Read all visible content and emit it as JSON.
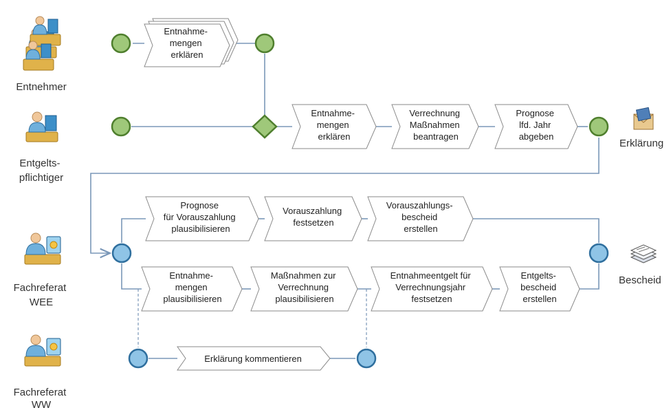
{
  "roles": [
    {
      "id": "entnehmer",
      "lines": [
        "Entnehmer"
      ],
      "icon": "group-workers-icon"
    },
    {
      "id": "entgeltspflichtiger",
      "lines": [
        "Entgelts-",
        "pflichtiger"
      ],
      "icon": "worker-icon"
    },
    {
      "id": "fachreferat-wee",
      "lines": [
        "Fachreferat",
        "WEE"
      ],
      "icon": "analyst-icon"
    },
    {
      "id": "fachreferat-ww",
      "lines": [
        "Fachreferat",
        "WW"
      ],
      "icon": "analyst-icon"
    }
  ],
  "activities": {
    "a1": [
      "Entnahme-",
      "mengen",
      "erklären"
    ],
    "a2": [
      "Entnahme-",
      "mengen",
      "erklären"
    ],
    "a3": [
      "Verrechnung",
      "Maßnahmen",
      "beantragen"
    ],
    "a4": [
      "Prognose",
      "lfd. Jahr",
      "abgeben"
    ],
    "a5": [
      "Prognose",
      "für Vorauszahlung",
      "plausibilisieren"
    ],
    "a6": [
      "Vorauszahlung",
      "festsetzen"
    ],
    "a7": [
      "Vorauszahlungs-",
      "bescheid",
      "erstellen"
    ],
    "a8": [
      "Entnahme-",
      "mengen",
      "plausibilisieren"
    ],
    "a9": [
      "Maßnahmen zur",
      "Verrechnung",
      "plausibilisieren"
    ],
    "a10": [
      "Entnahmeentgelt für",
      "Verrechnungsjahr",
      "festsetzen"
    ],
    "a11": [
      "Entgelts-",
      "bescheid",
      "erstellen"
    ],
    "a12": [
      "Erklärung kommentieren"
    ]
  },
  "documents": {
    "erklaerung": {
      "label": "Erklärung",
      "icon": "envelope-icon"
    },
    "bescheid": {
      "label": "Bescheid",
      "icon": "document-stack-icon"
    }
  },
  "colors": {
    "green_fill": "#9fc87a",
    "green_stroke": "#4f7f2e",
    "blue_fill": "#8fc4e6",
    "blue_stroke": "#2f6f9e",
    "line": "#7a97b8"
  }
}
